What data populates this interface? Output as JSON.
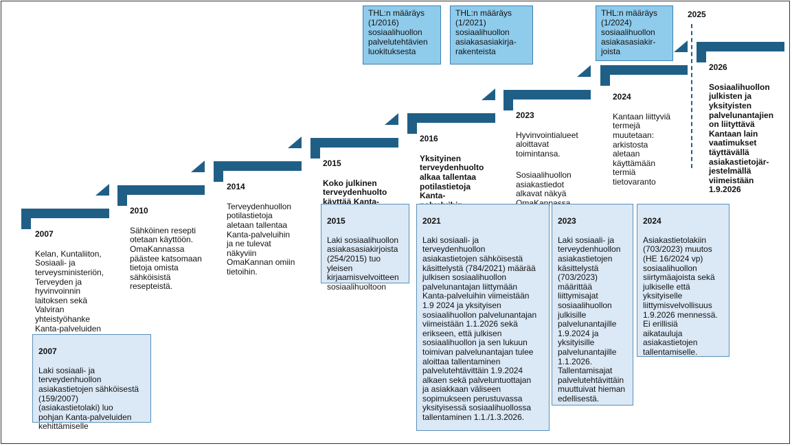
{
  "colors": {
    "stair": "#1f5f86",
    "box_fill": "#dbe8f5",
    "box_border": "#5a8fb8",
    "top_box_fill": "#8fcbeb"
  },
  "steps": [
    {
      "year": "2007",
      "text": "Kelan, Kuntaliiton,\nSosiaali- ja\nterveysministeriön,\nTerveyden ja\nhyvinvoinnin\nlaitoksen sekä\nValviran\nyhteistyöhanke\nKanta-palveluiden\nluomiselle alkaa."
    },
    {
      "year": "2010",
      "text": "Sähköinen resepti\notetaan käyttöön.\nOmaKannassa\npäästee katsomaan\ntietoja omista\nsähköisistä\nresepteistä."
    },
    {
      "year": "2014",
      "text": "Terveydenhuollon\npotilastietoja\naletaan tallentaa\nKanta-palveluihin\nja ne tulevat\nnäkyviin\nOmaKannan omiin\ntietoihin."
    },
    {
      "year": "2015",
      "text_bold": "Koko julkinen\nterveydenhuolto\nkäyttää Kanta-\npalveluja"
    },
    {
      "year": "2016",
      "text_bold": "Yksityinen\nterveydenhuolto\nalkaa tallentaa\npotilastietoja\nKanta-\npalveluihin",
      "text_tail": "."
    },
    {
      "year": "2023",
      "text": "Hyvinvointialueet\naloittavat\ntoimintansa.",
      "text2": "Sosiaalihuollon\nasiakastiedot\nalkavat näkyä\nOmaKannassa."
    },
    {
      "year": "2024",
      "text": "Kantaan liittyviä\ntermejä\nmuutetaan:\narkistosta\naletaan\nkäyttämään\ntermiä\ntietovaranto"
    },
    {
      "year": "2026",
      "text_bold": "Sosiaalihuollon\njulkisten ja\nyksityisten\npalvelunantajien\non liityttävä\nKantaan lain\nvaatimukset\ntäyttävällä\nasiakastietojär-\njestelmällä\nviimeistään\n1.9.2026"
    }
  ],
  "year_2025": "2025",
  "top_boxes": [
    {
      "text": "THL:n määräys\n(1/2016)\nsosiaalihuollon\npalvelutehtävien\nluokituksesta"
    },
    {
      "text": "THL:n määräys\n(1/2021)\nsosiaalihuollon\nasiakasasiakirja-\nrakenteista"
    },
    {
      "text": "THL:n määräys\n(1/2024)\nsosiaalihuollon\nasiakasasiakir-\njoista"
    }
  ],
  "bottom_boxes": [
    {
      "year": "2007",
      "text": "Laki sosiaali- ja\nterveydenhuollon\nasiakastietojen sähköisestä\n(159/2007)\n(asiakastietolaki) luo\npohjan Kanta-palveluiden\nkehittämiselle"
    },
    {
      "year": "2015",
      "text": "Laki sosiaalihuollon\nasiakasasiakirjoista\n(254/2015)  tuo\nyleisen\nkirjaamisvelvoitteen\nsosiaalihuoltoon"
    },
    {
      "year": "2021",
      "text": "Laki sosiaali- ja\nterveydenhuollon\nasiakastietojen sähköisestä\nkäsittelystä (784/2021) määrää\njulkisen sosiaalihuollon\npalvelunantajan liittymään\nKanta-palveluihin viimeistään\n1.9 2024  ja yksityisen\nsosiaalihuollon palvelunantajan\nviimeistään 1.1.2026 sekä\nerikseen, että julkisen\nsosiaalihuollon ja sen lukuun\ntoimivan palvelunantajan tulee\naloittaa tallentaminen\npalvelutehtävittäin 1.9.2024\nalkaen sekä palveluntuottajan\nja asiakkaan väliseen\nsopimukseen perustuvassa\nyksityisessä sosiaalihuollossa\ntallentaminen 1.1./1.3.2026."
    },
    {
      "year": "2023",
      "text": "Laki sosiaali- ja\nterveydenhuollon\nasiakastietojen\nkäsittelystä\n(703/2023)\nmäärittää\nliittymisajat\nsosiaalihuollon\njulkisille\npalvelunantajille\n1.9.2024 ja\nyksityisille\npalvelunantajille\n1.1.2026.\nTallentamisajat\npalvelutehtävittäin\nmuuttuivat hieman\nedellisestä."
    },
    {
      "year": "2024",
      "text": "Asiakastietolakiin\n(703/2023) muutos\n(HE 16/2024 vp)\nsosiaalihuollon\nsiirtymäajoista sekä\njulkiselle että\nyksityiselle\nliittymisvelvollisuus\n1.9.2026 mennessä.\nEi erillisiä\naikatauluja\nasiakastietojen\ntallentamiselle."
    }
  ]
}
